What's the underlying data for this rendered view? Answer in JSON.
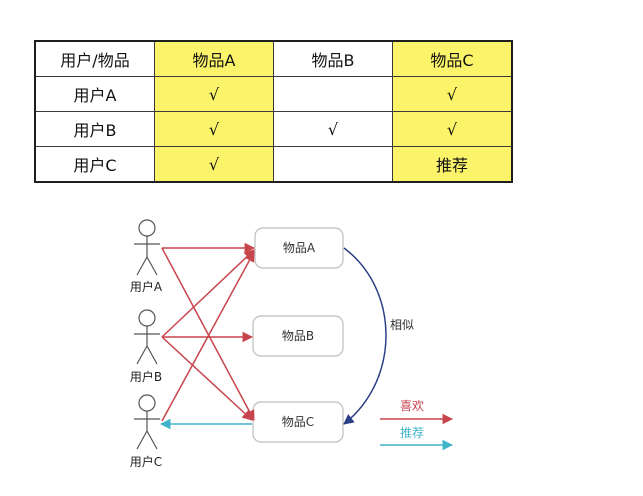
{
  "table": {
    "header": [
      "用户/物品",
      "物品A",
      "物品B",
      "物品C"
    ],
    "rows": [
      [
        "用户A",
        "√",
        "",
        "√"
      ],
      [
        "用户B",
        "√",
        "√",
        "√"
      ],
      [
        "用户C",
        "√",
        "",
        "推荐"
      ]
    ]
  },
  "diagram": {
    "users": [
      "用户A",
      "用户B",
      "用户C"
    ],
    "items": [
      "物品A",
      "物品B",
      "物品C"
    ],
    "similarity_label": "相似",
    "legend": {
      "like": "喜欢",
      "recommend": "推荐"
    },
    "colors": {
      "like": "#c8444c",
      "recommend": "#3fb3c8",
      "similar": "#2b3f86",
      "highlight": "#fbf46b"
    }
  }
}
